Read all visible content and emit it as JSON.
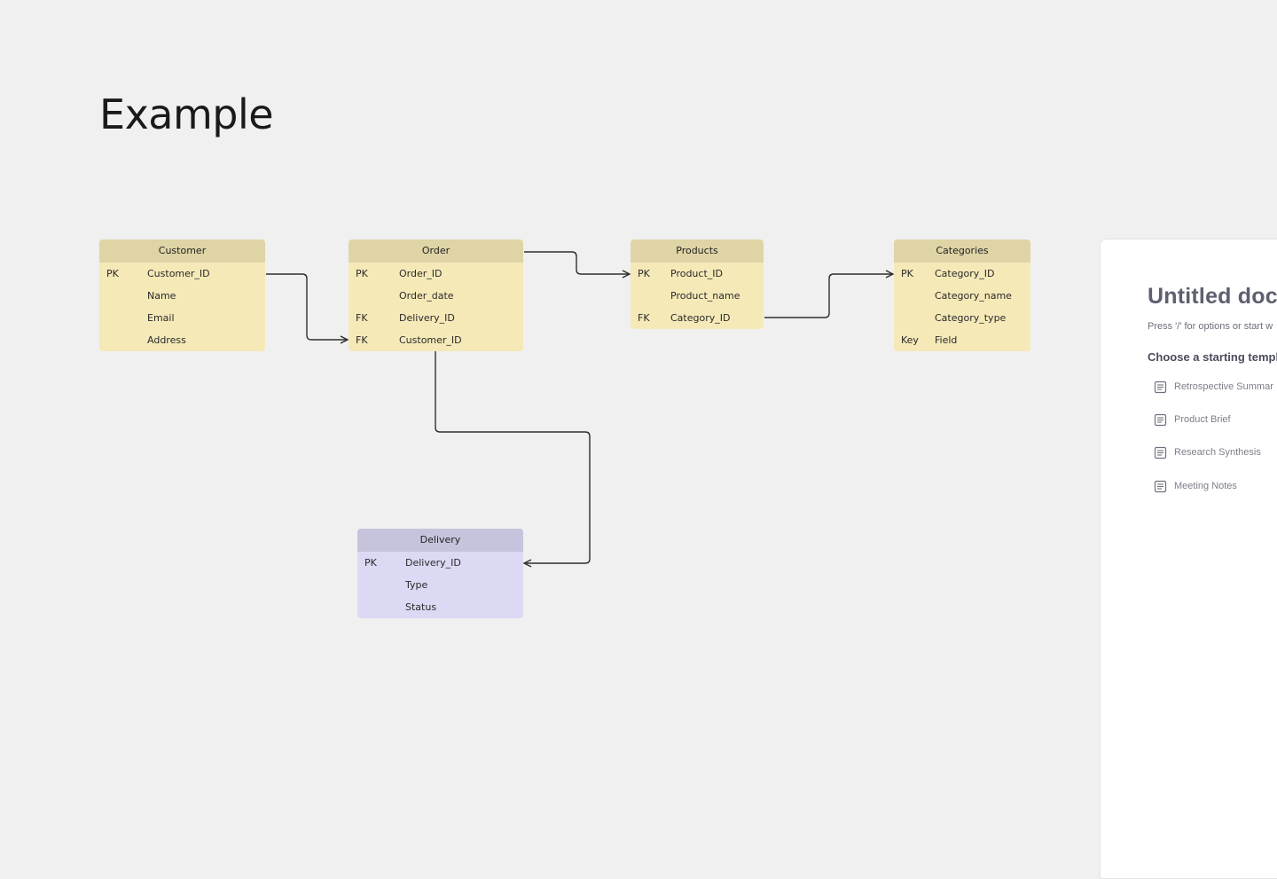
{
  "canvas": {
    "title": "Example"
  },
  "tables": {
    "customer": {
      "name": "Customer",
      "rows": [
        {
          "key": "PK",
          "field": "Customer_ID"
        },
        {
          "key": "",
          "field": "Name"
        },
        {
          "key": "",
          "field": "Email"
        },
        {
          "key": "",
          "field": "Address"
        }
      ]
    },
    "order": {
      "name": "Order",
      "rows": [
        {
          "key": "PK",
          "field": "Order_ID"
        },
        {
          "key": "",
          "field": "Order_date"
        },
        {
          "key": "FK",
          "field": "Delivery_ID"
        },
        {
          "key": "FK",
          "field": "Customer_ID"
        }
      ]
    },
    "products": {
      "name": "Products",
      "rows": [
        {
          "key": "PK",
          "field": "Product_ID"
        },
        {
          "key": "",
          "field": "Product_name"
        },
        {
          "key": "FK",
          "field": "Category_ID"
        }
      ]
    },
    "categories": {
      "name": "Categories",
      "rows": [
        {
          "key": "PK",
          "field": "Category_ID"
        },
        {
          "key": "",
          "field": "Category_name"
        },
        {
          "key": "",
          "field": "Category_type"
        },
        {
          "key": "Key",
          "field": "Field"
        }
      ]
    },
    "delivery": {
      "name": "Delivery",
      "rows": [
        {
          "key": "PK",
          "field": "Delivery_ID"
        },
        {
          "key": "",
          "field": "Type"
        },
        {
          "key": "",
          "field": "Status"
        }
      ]
    }
  },
  "doc_panel": {
    "title": "Untitled doc",
    "hint": "Press '/' for options or start w",
    "choose_label": "Choose a starting templa",
    "templates": [
      {
        "label": "Retrospective Summar",
        "icon": "document-icon"
      },
      {
        "label": "Product Brief",
        "icon": "document-icon"
      },
      {
        "label": "Research Synthesis",
        "icon": "document-icon"
      },
      {
        "label": "Meeting Notes",
        "icon": "document-icon"
      }
    ]
  },
  "colors": {
    "canvas_bg": "#f0f0f0",
    "table_yellow": "#f5e9b8",
    "table_yellow_header": "#dfd4a5",
    "table_purple": "#dcd9f4",
    "table_purple_header": "#c6c4dc",
    "connector": "#2e2e2e"
  }
}
